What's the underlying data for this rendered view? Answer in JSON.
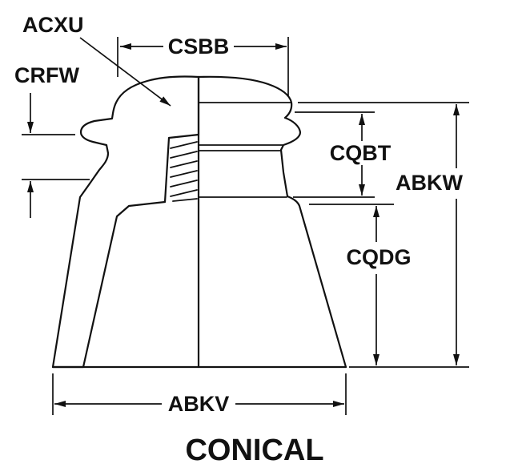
{
  "diagram": {
    "title": "CONICAL",
    "labels": {
      "acxu": "ACXU",
      "csbb": "CSBB",
      "crfw": "CRFW",
      "cqbt": "CQBT",
      "abkw": "ABKW",
      "cqdg": "CQDG",
      "abkv": "ABKV"
    },
    "colors": {
      "ink": "#111111",
      "background": "#ffffff"
    }
  }
}
